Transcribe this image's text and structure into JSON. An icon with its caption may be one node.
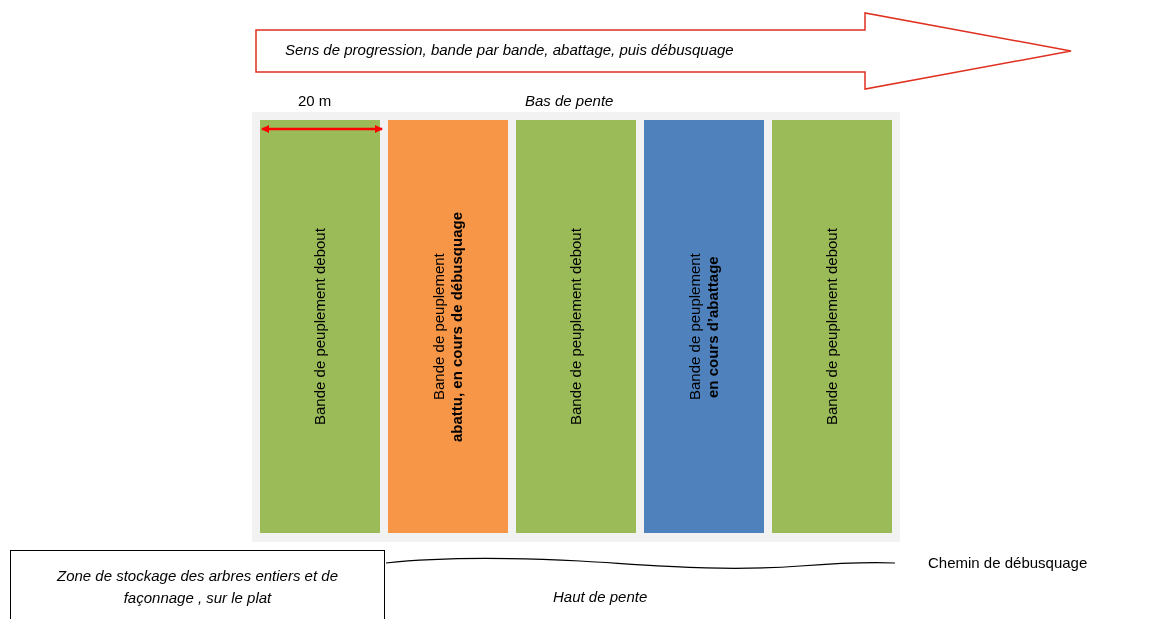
{
  "diagram": {
    "nodes": [
      {
        "text": [
          "Sens de progression, bande par bande, abattage, puis débusquage"
        ]
      },
      {
        "text": [],
        "shape": "box"
      },
      {
        "text": [
          "Bande de peuplement debout"
        ],
        "in": 1
      },
      {
        "text": [
          "Bande de peuplement **abattu, en cours de débusquage**"
        ],
        "in": 1
      },
      {
        "text": [
          "Bande de peuplement debout"
        ],
        "in": 1
      },
      {
        "text": [
          "Bande de peuplement **en cours d’abattage**"
        ],
        "in": 1
      },
      {
        "text": [
          "Bande de peuplement debout"
        ],
        "in": 1
      },
      {
        "text": [
          "Zone de stockage des arbres entiers et de façonnage , sur le plat"
        ]
      }
    ],
    "edges": [],
    "labels": [
      "20 m",
      "Bas de pente",
      "Chemin de débusquage",
      "Haut de pente"
    ]
  }
}
